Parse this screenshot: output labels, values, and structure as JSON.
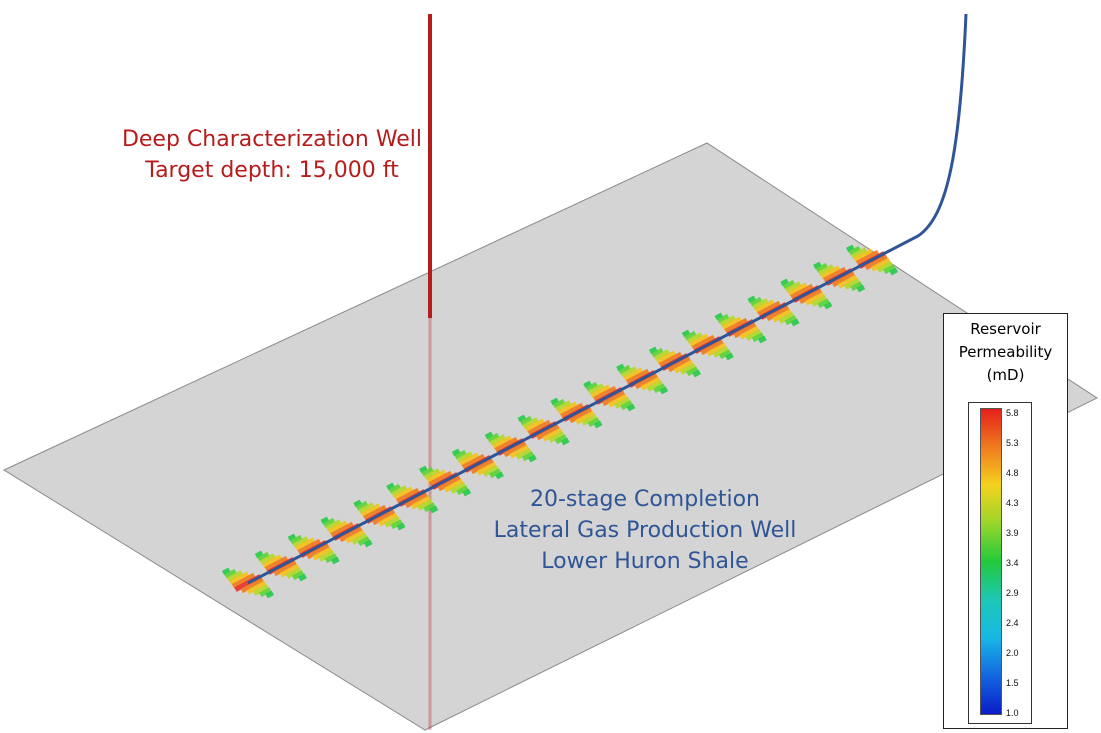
{
  "labels": {
    "deep_well": [
      "Deep Characterization Well",
      "Target depth: 15,000 ft"
    ],
    "lateral_well": [
      "20-stage Completion",
      "Lateral Gas Production Well",
      "Lower Huron Shale"
    ]
  },
  "colors": {
    "deep_well": "#b71c1c",
    "lateral_well": "#2f5597",
    "plane": "#d4d4d4",
    "plane_edge": "#8a8a8a"
  },
  "stage_count": 20,
  "legend": {
    "title_lines": [
      "Reservoir",
      "Permeability",
      "(mD)"
    ],
    "ticks": [
      "5.8",
      "5.3",
      "4.8",
      "4.3",
      "3.9",
      "3.4",
      "2.9",
      "2.4",
      "2.0",
      "1.5",
      "1.0"
    ],
    "gradient": [
      "#e3201b",
      "#f07a1f",
      "#f4d21e",
      "#9ad62b",
      "#22c93c",
      "#1ec7b5",
      "#18b7e6",
      "#1466e0",
      "#0a1ec8"
    ]
  }
}
